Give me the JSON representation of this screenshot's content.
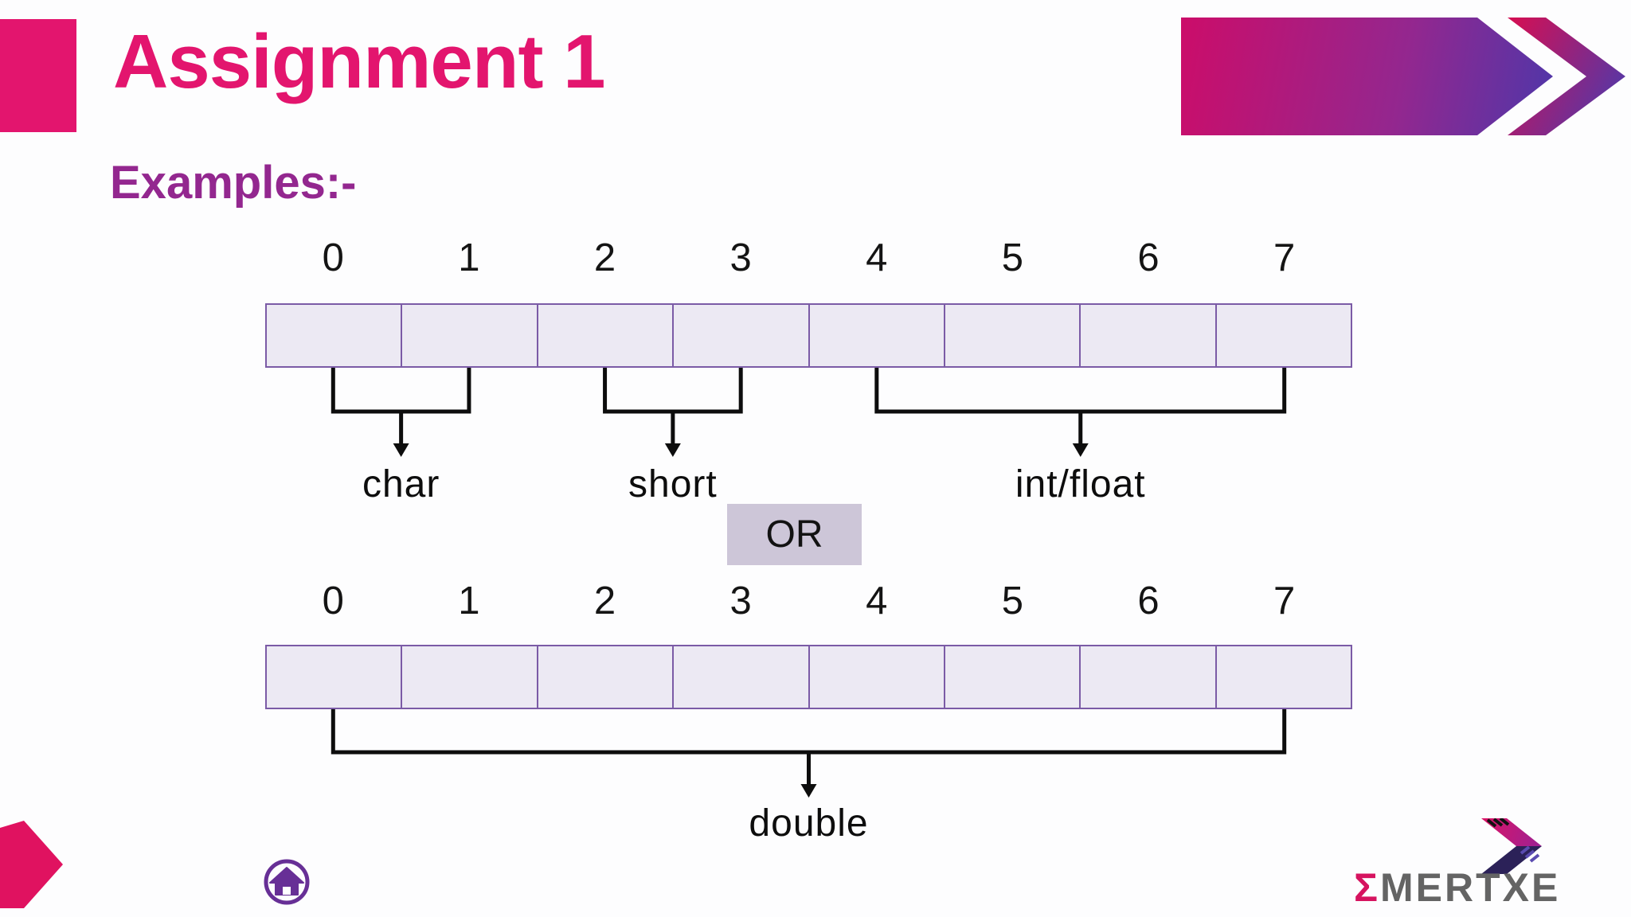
{
  "slide": {
    "title": "Assignment 1",
    "subtitle": "Examples:-",
    "colors": {
      "title_pink": "#e3156e",
      "subtitle_purple": "#93278f",
      "cell_fill": "#ece9f3",
      "cell_border": "#7b5ba6",
      "or_fill": "#cdc6d8",
      "line_black": "#0d0d0d",
      "home_purple": "#672f96",
      "footer_pink": "#e01260",
      "logo_gray": "#646464",
      "logo_pink": "#d6135f"
    }
  },
  "diagram": {
    "byte_indices": [
      "0",
      "1",
      "2",
      "3",
      "4",
      "5",
      "6",
      "7"
    ],
    "or_label": "OR",
    "rows": [
      {
        "name": "row-1",
        "groups": [
          {
            "label": "char",
            "from": 0,
            "to": 1
          },
          {
            "label": "short",
            "from": 2,
            "to": 3
          },
          {
            "label": "int/float",
            "from": 4,
            "to": 7
          }
        ]
      },
      {
        "name": "row-2",
        "groups": [
          {
            "label": "double",
            "from": 0,
            "to": 7
          }
        ]
      }
    ]
  },
  "footer": {
    "logo_sigma": "Σ",
    "logo_rest": "MERTXE"
  }
}
